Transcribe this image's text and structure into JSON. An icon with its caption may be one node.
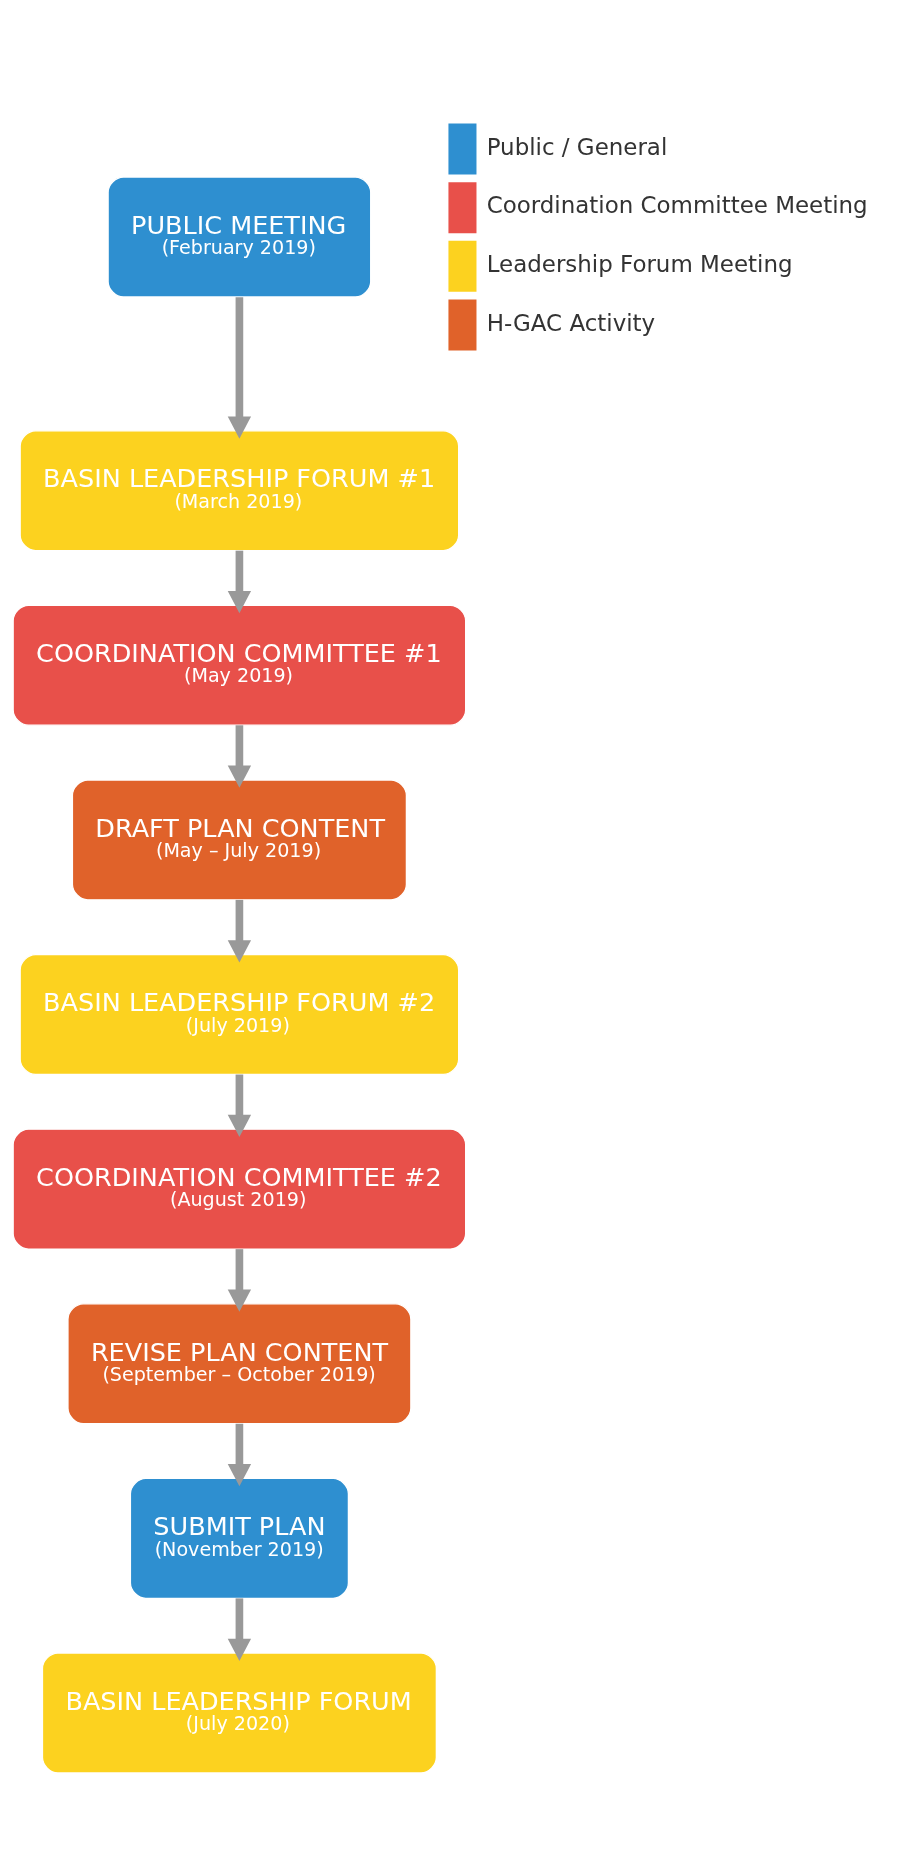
{
  "diagram": {
    "nodes": [
      {
        "text": [
          "PUBLIC MEETING",
          "(February 2019)"
        ]
      },
      {
        "text": [
          "BASIN LEADERSHIP FORUM #1",
          "(March 2019)"
        ]
      },
      {
        "text": [
          "COORDINATION COMMITTEE #1",
          "(May 2019)"
        ]
      },
      {
        "text": [
          "DRAFT PLAN CONTENT",
          "(May – July 2019)"
        ]
      },
      {
        "text": [
          "BASIN LEADERSHIP FORUM #2",
          "(July 2019)"
        ]
      },
      {
        "text": [
          "COORDINATION COMMITTEE #2",
          "(August 2019)"
        ]
      },
      {
        "text": [
          "REVISE PLAN CONTENT",
          "(September – October 2019)"
        ]
      },
      {
        "text": [
          "SUBMIT PLAN",
          "(November 2019)"
        ]
      },
      {
        "text": [
          "BASIN LEADERSHIP FORUM",
          "(July 2020)"
        ]
      }
    ],
    "edges": [
      {
        "from": 0,
        "to": 1,
        "arrow": "to"
      },
      {
        "from": 1,
        "to": 2,
        "arrow": "to"
      },
      {
        "from": 2,
        "to": 3,
        "arrow": "to"
      },
      {
        "from": 3,
        "to": 4,
        "arrow": "to"
      },
      {
        "from": 4,
        "to": 5,
        "arrow": "to"
      },
      {
        "from": 5,
        "to": 6,
        "arrow": "to"
      },
      {
        "from": 6,
        "to": 7,
        "arrow": "to"
      },
      {
        "from": 7,
        "to": 8,
        "arrow": "to"
      }
    ],
    "legend": [
      {
        "text": "Public / General",
        "color": "#2e8fd0"
      },
      {
        "text": "Coordination Committee Meeting",
        "color": "#e8504a"
      },
      {
        "text": "Leadership Forum Meeting",
        "color": "#fcd21f"
      },
      {
        "text": "H-GAC Activity",
        "color": "#e0622a"
      }
    ]
  }
}
